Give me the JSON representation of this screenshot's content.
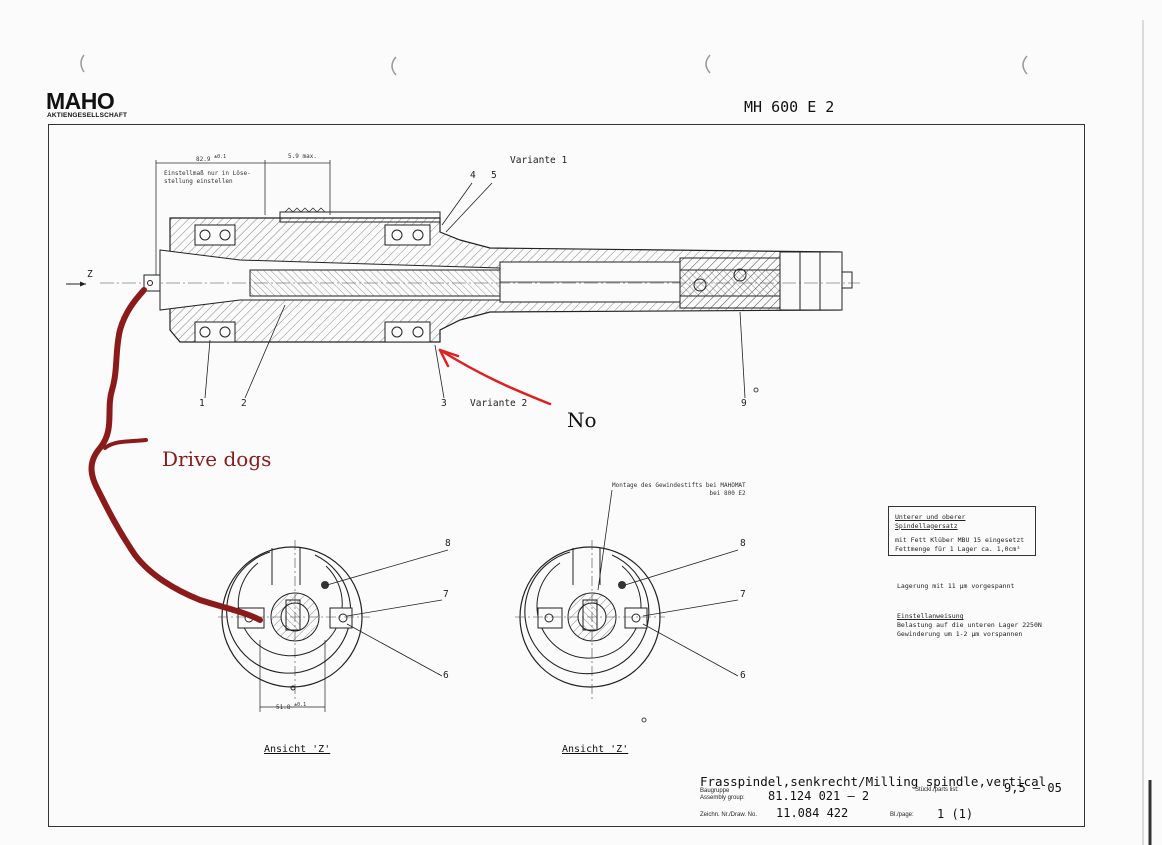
{
  "header": {
    "logo": "MAHO",
    "logo_sub": "AKTIENGESELLSCHAFT",
    "model": "MH 600 E 2"
  },
  "drawing": {
    "dim_1": "82.9",
    "dim_1_tol": "±0.1",
    "dim_2": "5.9",
    "dim_2_tol": "max.",
    "setting_note": "Einstellmaß nur in Löse-\nstellung einstellen",
    "variant_1": "Variante 1",
    "variant_2": "Variante 2",
    "z_marker": "Z",
    "callouts": [
      "1",
      "2",
      "3",
      "4",
      "5",
      "9"
    ],
    "montage_note": "Montage des Gewindestifts bei MAHOMAT\nbei 800 E2",
    "view_callouts_left": [
      "8",
      "7",
      "6"
    ],
    "view_callouts_right": [
      "8",
      "7",
      "6"
    ],
    "dim_bottom": "51.8",
    "dim_bottom_tol": "±0.1",
    "view_label_left": "Ansicht 'Z'",
    "view_label_right": "Ansicht 'Z'"
  },
  "notes": {
    "box_title": "Unterer und oberer Spindellagersatz",
    "box_body": "mit Fett Klüber MBU 15 eingesetzt\nFettmenge für 1 Lager ca. 1,0cm³",
    "lagerung": "Lagerung mit 11 μm vorgespannt",
    "einstell_title": "Einstellanweisung",
    "einstell_body": "Belastung auf die unteren Lager 2250N\nGewinderung um 1-2 μm vorspannen"
  },
  "annotations": {
    "drive_dogs": "Drive dogs",
    "no": "No",
    "drive_dogs_color": "#8b1a1a",
    "arrow_color": "#e02020"
  },
  "title_block": {
    "title": "Frasspindel,senkrecht/Milling spindle,vertical",
    "group_label": "Baugruppe\nAssembly group:",
    "group_value": "81.124 021 – 2",
    "parts_label": "Stückl./parts list:",
    "parts_value": "9,5 – 05",
    "drawing_label": "Zeichn. Nr./Draw. No.",
    "drawing_value": "11.084 422",
    "page_label": "Bl./page:",
    "page_value": "1 (1)"
  }
}
